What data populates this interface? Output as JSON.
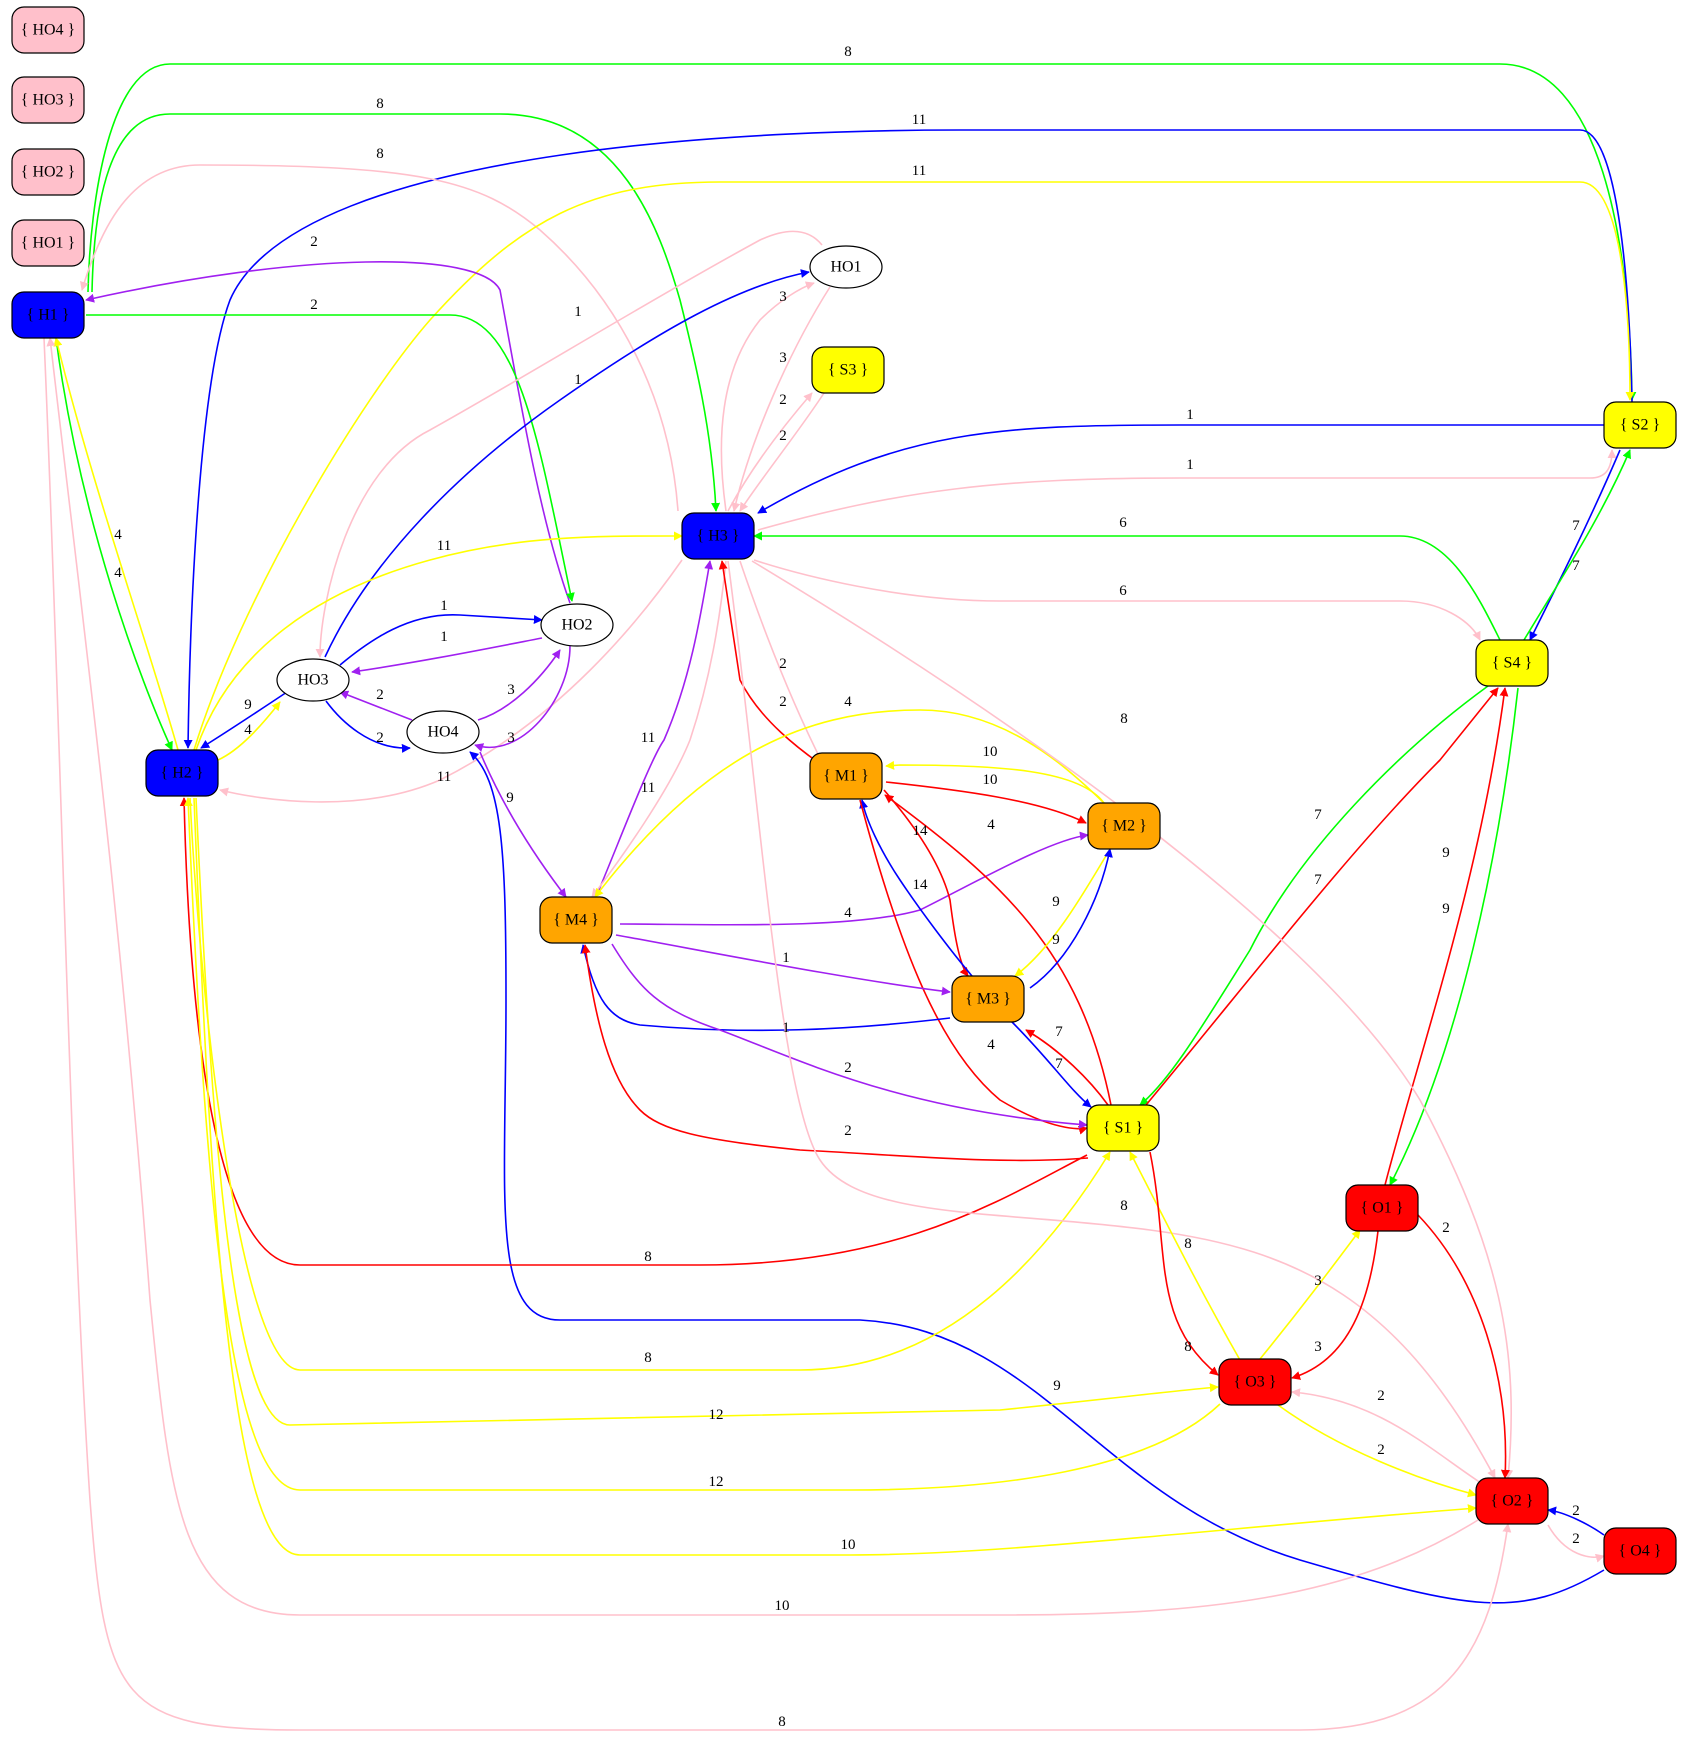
{
  "nodes": {
    "HO4box": {
      "label": "{ HO4 }",
      "fill": "#ffc0cb",
      "shape": "box"
    },
    "HO3box": {
      "label": "{ HO3 }",
      "fill": "#ffc0cb",
      "shape": "box"
    },
    "HO2box": {
      "label": "{ HO2 }",
      "fill": "#ffc0cb",
      "shape": "box"
    },
    "HO1box": {
      "label": "{ HO1 }",
      "fill": "#ffc0cb",
      "shape": "box"
    },
    "H1": {
      "label": "{ H1 }",
      "fill": "#0000ff",
      "shape": "box"
    },
    "H2": {
      "label": "{ H2 }",
      "fill": "#0000ff",
      "shape": "box"
    },
    "H3": {
      "label": "{ H3 }",
      "fill": "#0000ff",
      "shape": "box"
    },
    "HO1": {
      "label": "HO1",
      "fill": "#ffffff",
      "shape": "ellipse"
    },
    "HO2": {
      "label": "HO2",
      "fill": "#ffffff",
      "shape": "ellipse"
    },
    "HO3": {
      "label": "HO3",
      "fill": "#ffffff",
      "shape": "ellipse"
    },
    "HO4": {
      "label": "HO4",
      "fill": "#ffffff",
      "shape": "ellipse"
    },
    "S1": {
      "label": "{ S1 }",
      "fill": "#ffff00",
      "shape": "box"
    },
    "S2": {
      "label": "{ S2 }",
      "fill": "#ffff00",
      "shape": "box"
    },
    "S3": {
      "label": "{ S3 }",
      "fill": "#ffff00",
      "shape": "box"
    },
    "S4": {
      "label": "{ S4 }",
      "fill": "#ffff00",
      "shape": "box"
    },
    "M1": {
      "label": "{ M1 }",
      "fill": "#ffa500",
      "shape": "box"
    },
    "M2": {
      "label": "{ M2 }",
      "fill": "#ffa500",
      "shape": "box"
    },
    "M3": {
      "label": "{ M3 }",
      "fill": "#ffa500",
      "shape": "box"
    },
    "M4": {
      "label": "{ M4 }",
      "fill": "#ffa500",
      "shape": "box"
    },
    "O1": {
      "label": "{ O1 }",
      "fill": "#ff0000",
      "shape": "box"
    },
    "O2": {
      "label": "{ O2 }",
      "fill": "#ff0000",
      "shape": "box"
    },
    "O3": {
      "label": "{ O3 }",
      "fill": "#ff0000",
      "shape": "box"
    },
    "O4": {
      "label": "{ O4 }",
      "fill": "#ff0000",
      "shape": "box"
    }
  },
  "edges": [
    {
      "from": "H1",
      "to": "S2",
      "label": "8",
      "color": "#00ff00"
    },
    {
      "from": "H1",
      "to": "H3",
      "label": "8",
      "color": "#00ff00"
    },
    {
      "from": "S2",
      "to": "H2",
      "label": "11",
      "color": "#0000ff"
    },
    {
      "from": "H3",
      "to": "H1",
      "label": "8",
      "color": "#ffc0cb"
    },
    {
      "from": "H2",
      "to": "S2",
      "label": "11",
      "color": "#ffff00"
    },
    {
      "from": "HO2",
      "to": "H1",
      "label": "2",
      "color": "#a020f0"
    },
    {
      "from": "H1",
      "to": "HO2",
      "label": "2",
      "color": "#00ff00"
    },
    {
      "from": "HO1",
      "to": "HO3",
      "label": "1",
      "color": "#ffc0cb"
    },
    {
      "from": "HO3",
      "to": "HO1",
      "label": "1",
      "color": "#0000ff"
    },
    {
      "from": "H3",
      "to": "HO1",
      "label": "3",
      "color": "#ffc0cb"
    },
    {
      "from": "HO1",
      "to": "H3",
      "label": "3",
      "color": "#ffc0cb"
    },
    {
      "from": "H3",
      "to": "S3",
      "label": "2",
      "color": "#ffc0cb"
    },
    {
      "from": "S3",
      "to": "H3",
      "label": "2",
      "color": "#ffc0cb"
    },
    {
      "from": "S2",
      "to": "H3",
      "label": "1",
      "color": "#0000ff"
    },
    {
      "from": "H3",
      "to": "S2",
      "label": "1",
      "color": "#ffc0cb"
    },
    {
      "from": "S4",
      "to": "H3",
      "label": "6",
      "color": "#00ff00"
    },
    {
      "from": "H3",
      "to": "S4",
      "label": "6",
      "color": "#ffc0cb"
    },
    {
      "from": "S2",
      "to": "S4",
      "label": "7",
      "color": "#0000ff"
    },
    {
      "from": "S4",
      "to": "S2",
      "label": "7",
      "color": "#00ff00"
    },
    {
      "from": "H1",
      "to": "H2",
      "label": "4",
      "color": "#00ff00"
    },
    {
      "from": "H2",
      "to": "H1",
      "label": "4",
      "color": "#ffff00"
    },
    {
      "from": "H2",
      "to": "H3",
      "label": "11",
      "color": "#ffff00"
    },
    {
      "from": "H3",
      "to": "H2",
      "label": "11",
      "color": "#ffc0cb"
    },
    {
      "from": "HO3",
      "to": "HO2",
      "label": "1",
      "color": "#0000ff"
    },
    {
      "from": "HO2",
      "to": "HO3",
      "label": "1",
      "color": "#a020f0"
    },
    {
      "from": "HO3",
      "to": "H2",
      "label": "9",
      "color": "#0000ff"
    },
    {
      "from": "H2",
      "to": "HO3",
      "label": "4",
      "color": "#ffff00"
    },
    {
      "from": "HO4",
      "to": "HO3",
      "label": "2",
      "color": "#a020f0"
    },
    {
      "from": "HO3",
      "to": "HO4",
      "label": "2",
      "color": "#0000ff"
    },
    {
      "from": "HO4",
      "to": "HO2",
      "label": "3",
      "color": "#a020f0"
    },
    {
      "from": "HO2",
      "to": "HO4",
      "label": "3",
      "color": "#a020f0"
    },
    {
      "from": "HO4",
      "to": "M4",
      "label": "9",
      "color": "#a020f0"
    },
    {
      "from": "O4",
      "to": "HO4",
      "label": "9",
      "color": "#0000ff"
    },
    {
      "from": "M4",
      "to": "H3",
      "label": "11",
      "color": "#a020f0"
    },
    {
      "from": "H3",
      "to": "M4",
      "label": "11",
      "color": "#ffc0cb"
    },
    {
      "from": "M1",
      "to": "H3",
      "label": "2",
      "color": "#ff0000"
    },
    {
      "from": "H3",
      "to": "M1",
      "label": "2",
      "color": "#ffc0cb"
    },
    {
      "from": "M2",
      "to": "M4",
      "label": "4",
      "color": "#ffff00"
    },
    {
      "from": "M4",
      "to": "M2",
      "label": "4",
      "color": "#a020f0"
    },
    {
      "from": "M2",
      "to": "M1",
      "label": "10",
      "color": "#ffff00"
    },
    {
      "from": "M1",
      "to": "M2",
      "label": "10",
      "color": "#ff0000"
    },
    {
      "from": "M1",
      "to": "M3",
      "label": "14",
      "color": "#ff0000"
    },
    {
      "from": "M3",
      "to": "M1",
      "label": "14",
      "color": "#0000ff"
    },
    {
      "from": "S1",
      "to": "M1",
      "label": "4",
      "color": "#ff0000"
    },
    {
      "from": "M1",
      "to": "S1",
      "label": "4",
      "color": "#ff0000"
    },
    {
      "from": "M2",
      "to": "M3",
      "label": "9",
      "color": "#ffff00"
    },
    {
      "from": "M3",
      "to": "M2",
      "label": "9",
      "color": "#0000ff"
    },
    {
      "from": "M4",
      "to": "M3",
      "label": "1",
      "color": "#a020f0"
    },
    {
      "from": "M3",
      "to": "M4",
      "label": "1",
      "color": "#0000ff"
    },
    {
      "from": "S1",
      "to": "M3",
      "label": "7",
      "color": "#ff0000"
    },
    {
      "from": "M3",
      "to": "S1",
      "label": "7",
      "color": "#0000ff"
    },
    {
      "from": "M4",
      "to": "S1",
      "label": "2",
      "color": "#a020f0"
    },
    {
      "from": "S1",
      "to": "M4",
      "label": "2",
      "color": "#ff0000"
    },
    {
      "from": "S4",
      "to": "S1",
      "label": "7",
      "color": "#00ff00"
    },
    {
      "from": "S1",
      "to": "S4",
      "label": "7",
      "color": "#ff0000"
    },
    {
      "from": "O1",
      "to": "S4",
      "label": "9",
      "color": "#ff0000"
    },
    {
      "from": "S4",
      "to": "O1",
      "label": "9",
      "color": "#00ff00"
    },
    {
      "from": "S1",
      "to": "H2",
      "label": "8",
      "color": "#ff0000"
    },
    {
      "from": "H2",
      "to": "S1",
      "label": "8",
      "color": "#ffff00"
    },
    {
      "from": "H3",
      "to": "O2",
      "label": "8",
      "color": "#ffc0cb"
    },
    {
      "from": "H3",
      "to": "O2",
      "label": "8",
      "color": "#ffc0cb"
    },
    {
      "from": "O3",
      "to": "S1",
      "label": "8",
      "color": "#ffff00"
    },
    {
      "from": "S1",
      "to": "O3",
      "label": "8",
      "color": "#ff0000"
    },
    {
      "from": "O3",
      "to": "O1",
      "label": "3",
      "color": "#ffff00"
    },
    {
      "from": "O1",
      "to": "O3",
      "label": "3",
      "color": "#ff0000"
    },
    {
      "from": "O1",
      "to": "O2",
      "label": "2",
      "color": "#ff0000"
    },
    {
      "from": "O2",
      "to": "O3",
      "label": "2",
      "color": "#ffc0cb"
    },
    {
      "from": "O3",
      "to": "O2",
      "label": "2",
      "color": "#ffff00"
    },
    {
      "from": "O4",
      "to": "O2",
      "label": "2",
      "color": "#0000ff"
    },
    {
      "from": "O2",
      "to": "O4",
      "label": "2",
      "color": "#ffc0cb"
    },
    {
      "from": "H2",
      "to": "O3",
      "label": "12",
      "color": "#ffff00"
    },
    {
      "from": "O3",
      "to": "H2",
      "label": "12",
      "color": "#ffff00"
    },
    {
      "from": "H2",
      "to": "O2",
      "label": "10",
      "color": "#ffff00"
    },
    {
      "from": "O2",
      "to": "H2",
      "label": "10",
      "color": "#ffc0cb"
    },
    {
      "from": "O2",
      "to": "H1",
      "label": "8",
      "color": "#ffc0cb"
    },
    {
      "from": "H1",
      "to": "O2",
      "label": "8",
      "color": "#00ff00"
    }
  ]
}
